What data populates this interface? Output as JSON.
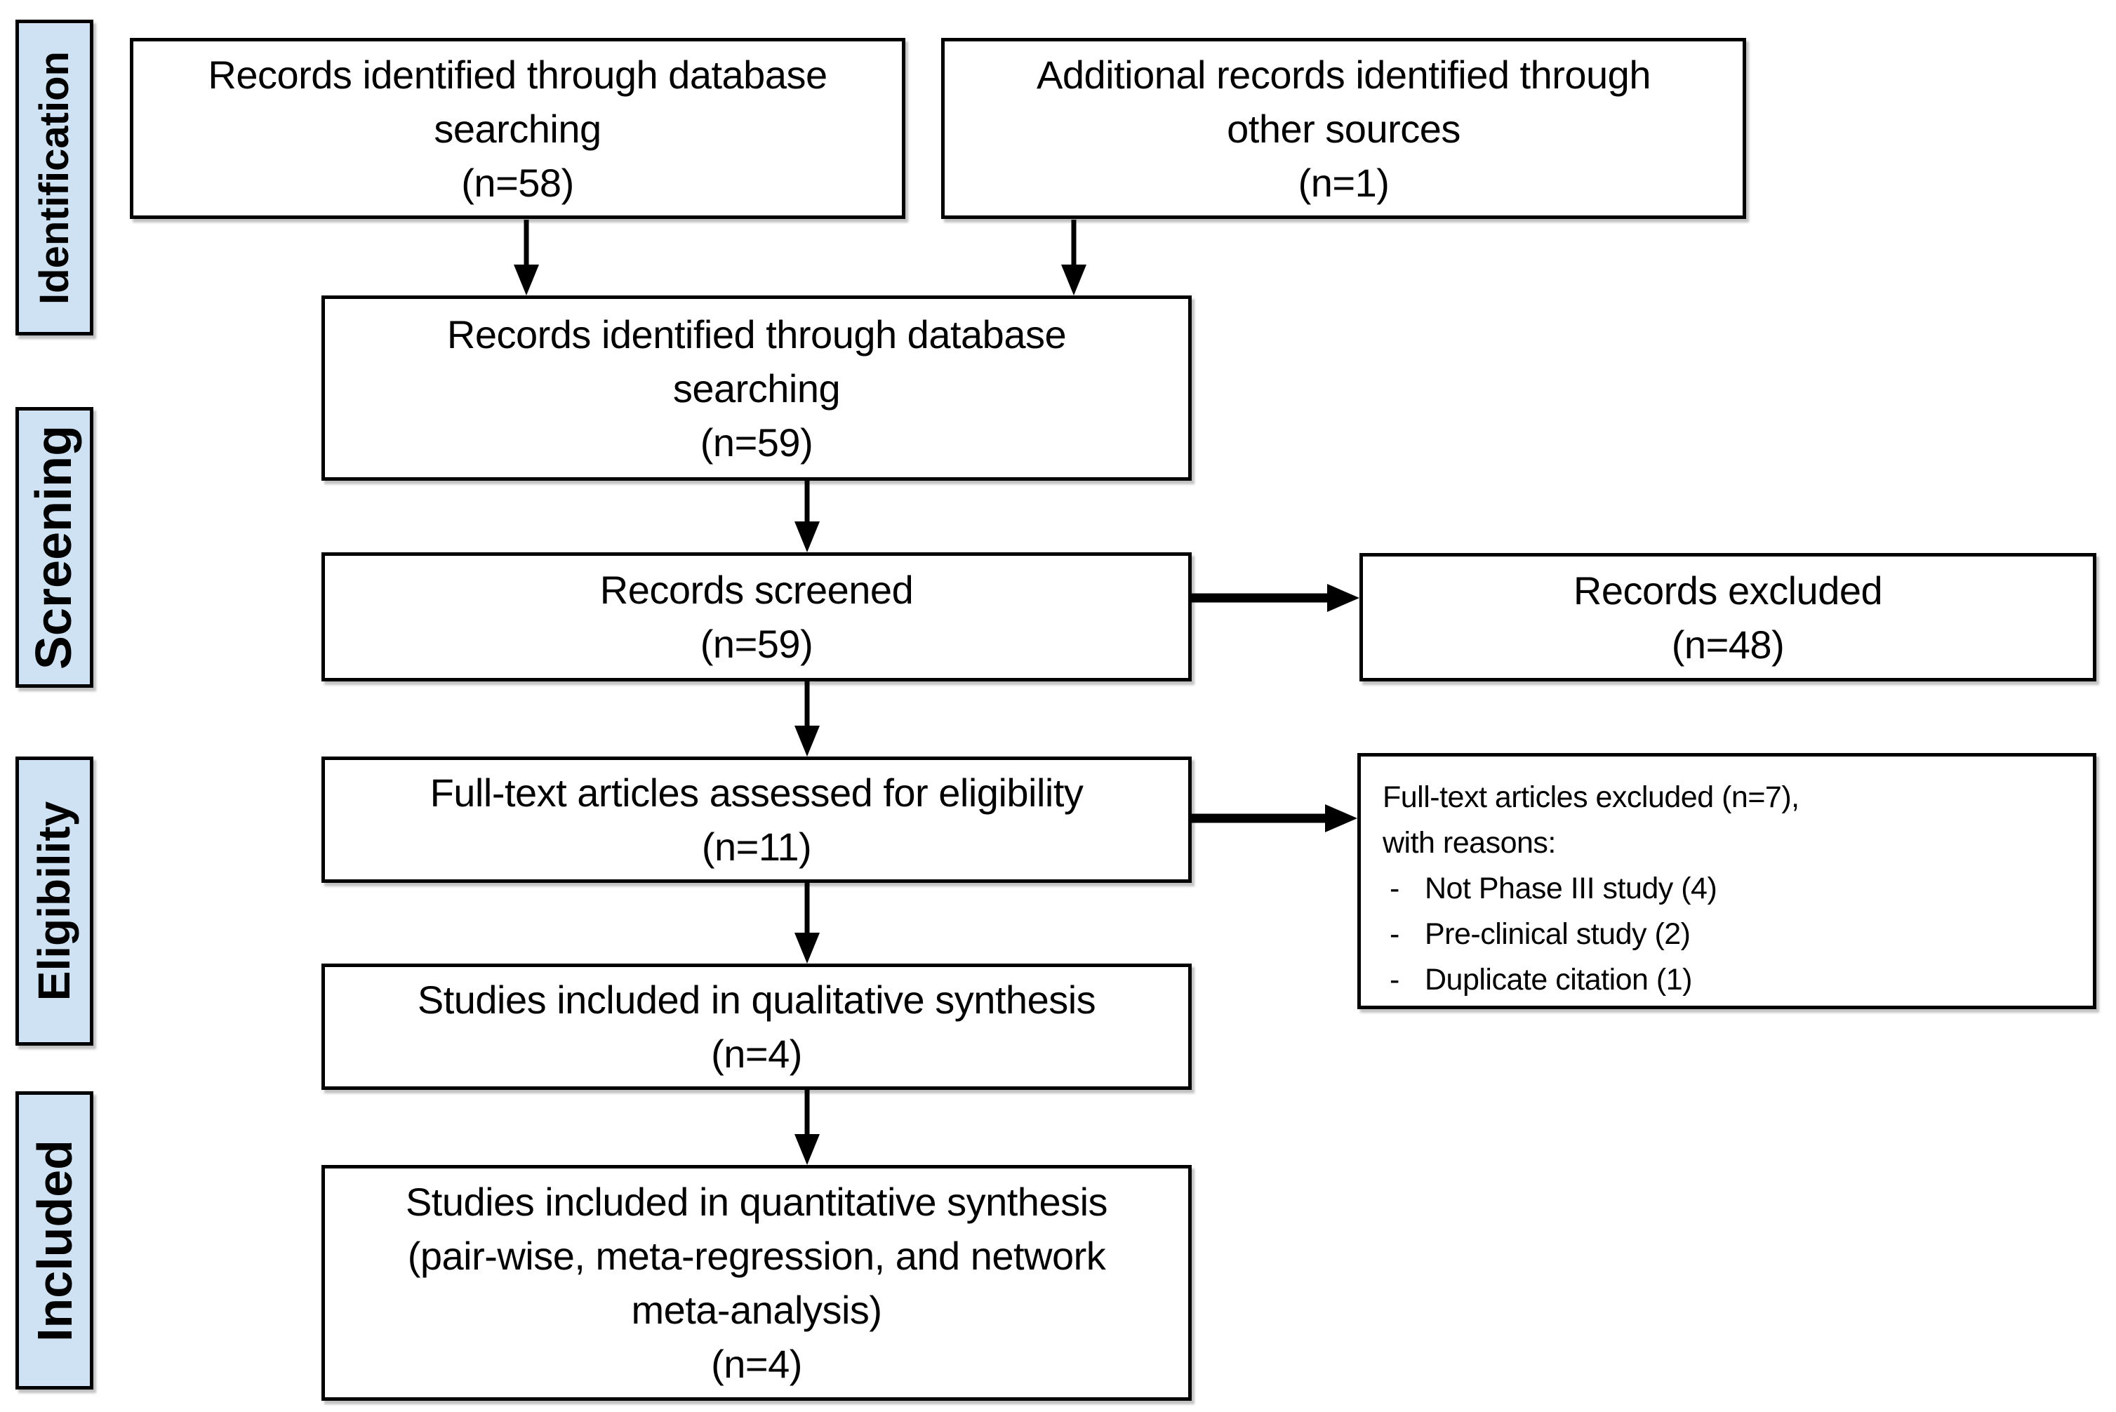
{
  "diagram": {
    "type": "prisma-flow-diagram",
    "colors": {
      "stage_fill": "#cfe2f3",
      "line": "#000000",
      "background": "#ffffff"
    },
    "stages": [
      {
        "label": "Identification"
      },
      {
        "label": "Screening"
      },
      {
        "label": "Eligibility"
      },
      {
        "label": "Included"
      }
    ],
    "boxes": {
      "records_db": {
        "n": 58,
        "lines": [
          "Records identified through database",
          "searching",
          "(n=58)"
        ]
      },
      "records_other": {
        "n": 1,
        "lines": [
          "Additional records identified through",
          "other sources",
          "(n=1)"
        ]
      },
      "records_combined": {
        "n": 59,
        "lines": [
          "Records identified through database",
          "searching",
          "(n=59)"
        ]
      },
      "records_screened": {
        "n": 59,
        "lines": [
          "Records screened",
          "(n=59)"
        ]
      },
      "records_excluded": {
        "n": 48,
        "lines": [
          "Records excluded",
          "(n=48)"
        ]
      },
      "fulltext_assessed": {
        "n": 11,
        "lines": [
          "Full-text articles assessed for eligibility",
          "(n=11)"
        ]
      },
      "fulltext_excluded": {
        "n": 7,
        "heading_lines": [
          "Full-text articles excluded (n=7),",
          "with reasons:"
        ],
        "reasons": [
          {
            "bullet": "-",
            "text": "Not Phase III study (4)"
          },
          {
            "bullet": "-",
            "text": "Pre-clinical study (2)"
          },
          {
            "bullet": "-",
            "text": "Duplicate citation (1)"
          }
        ]
      },
      "qualitative_synthesis": {
        "n": 4,
        "lines": [
          "Studies included in qualitative synthesis",
          "(n=4)"
        ]
      },
      "quantitative_synthesis": {
        "n": 4,
        "lines": [
          "Studies included in quantitative synthesis",
          "(pair-wise, meta-regression, and network",
          "meta-analysis)",
          "(n=4)"
        ]
      }
    }
  }
}
